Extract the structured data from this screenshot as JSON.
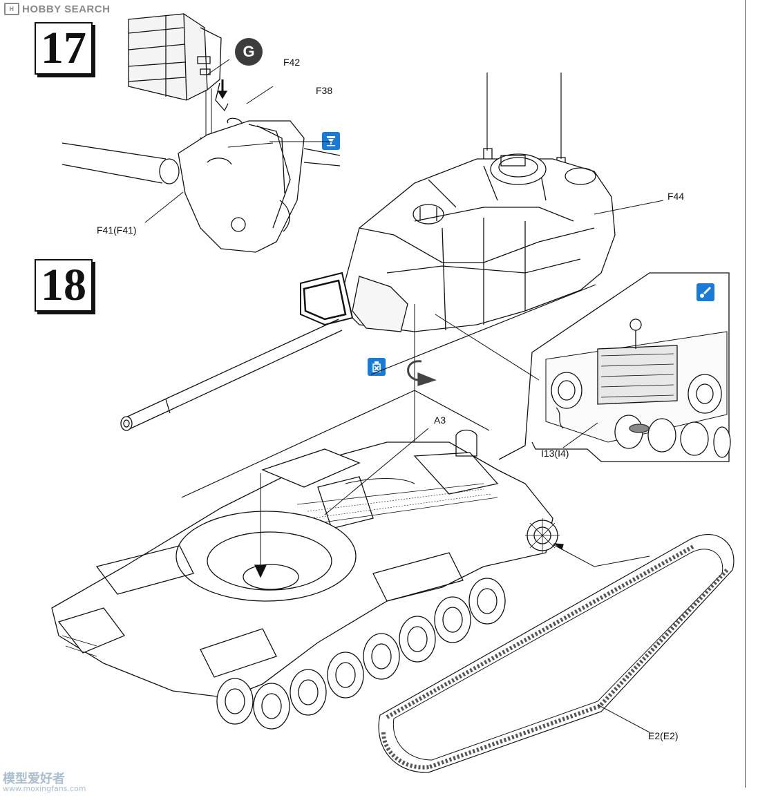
{
  "watermark": {
    "top": "HOBBY SEARCH",
    "top_logo": "H",
    "bottom": "模型爱好者",
    "bottom_url": "www.moxingfans.com"
  },
  "steps": [
    {
      "number": "17"
    },
    {
      "number": "18"
    }
  ],
  "badge": {
    "letter": "G",
    "color": "#3c3c3c"
  },
  "callouts": {
    "f42": "F42",
    "f38": "F38",
    "f41": "F41(F41)",
    "f44": "F44",
    "a3": "A3",
    "i13": "I13(I4)",
    "e2": "E2(E2)"
  },
  "icons": {
    "glue_icon": "glue-icon",
    "paint_icon": "paint-brush-icon",
    "no_glue_icon": "do-not-glue-icon",
    "rotate_icon": "rotate-arrow-icon"
  },
  "colors": {
    "accent": "#1a7bd6",
    "line": "#111111"
  }
}
